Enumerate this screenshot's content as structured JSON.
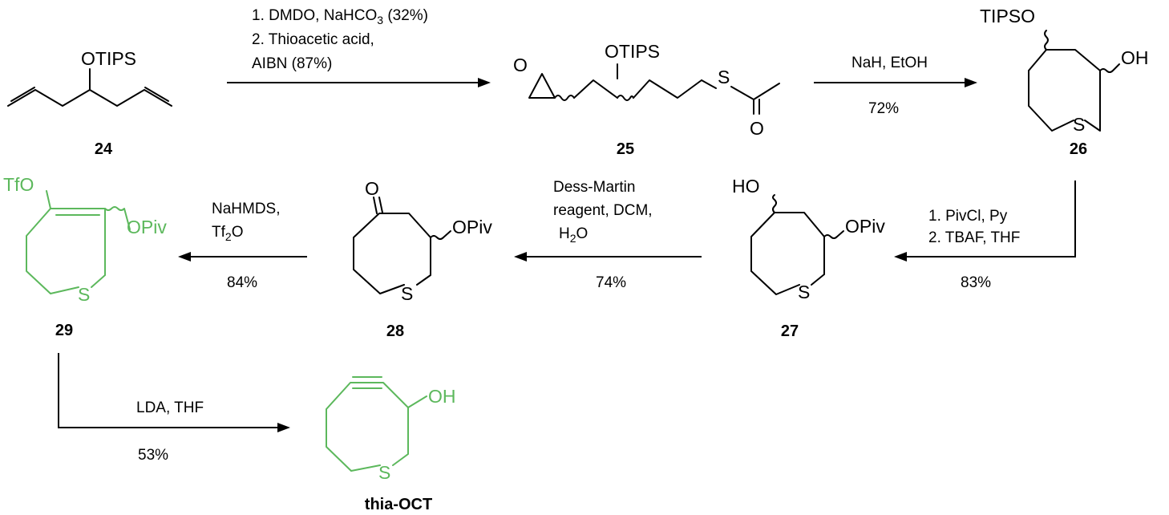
{
  "colors": {
    "highlight": "#5cb85c",
    "ink": "#000000"
  },
  "compounds": {
    "c24": {
      "label": "24",
      "otips": "OTIPS"
    },
    "c25": {
      "label": "25",
      "otips": "OTIPS",
      "o_epox": "O",
      "s": "S",
      "o_carbonyl": "O"
    },
    "c26": {
      "label": "26",
      "tipso": "TIPSO",
      "oh": "OH",
      "s": "S"
    },
    "c27": {
      "label": "27",
      "ho": "HO",
      "opiv": "OPiv",
      "s": "S"
    },
    "c28": {
      "label": "28",
      "o": "O",
      "opiv": "OPiv",
      "s": "S"
    },
    "c29": {
      "label": "29",
      "tfo": "TfO",
      "opiv": "OPiv",
      "s": "S"
    },
    "thia": {
      "label": "thia-OCT",
      "oh": "OH",
      "s": "S"
    }
  },
  "steps": {
    "s1": {
      "line1": "1. DMDO, NaHCO",
      "line1_sub": "3",
      "line1_end": " (32%)",
      "line2": "2. Thioacetic acid,",
      "line3": "AIBN (87%)"
    },
    "s2": {
      "reagent": "NaH, EtOH",
      "yield": "72%"
    },
    "s3": {
      "line1": "1. PivCl, Py",
      "line2": "2. TBAF, THF",
      "yield": "83%"
    },
    "s4": {
      "line1": "Dess-Martin",
      "line2": "reagent, DCM,",
      "line3": "H",
      "line3_sub": "2",
      "line3_end": "O",
      "yield": "74%"
    },
    "s5": {
      "line1": "NaHMDS,",
      "line2": "Tf",
      "line2_sub": "2",
      "line2_end": "O",
      "yield": "84%"
    },
    "s6": {
      "reagent": "LDA, THF",
      "yield": "53%"
    }
  }
}
